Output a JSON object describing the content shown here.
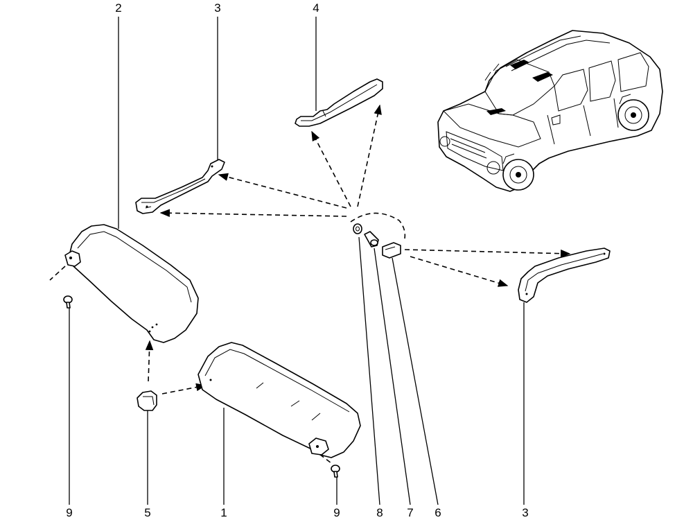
{
  "callouts": [
    {
      "id": "c2-top",
      "text": "2"
    },
    {
      "id": "c3-top",
      "text": "3"
    },
    {
      "id": "c4-top",
      "text": "4"
    },
    {
      "id": "c9-left",
      "text": "9"
    },
    {
      "id": "c5",
      "text": "5"
    },
    {
      "id": "c1",
      "text": "1"
    },
    {
      "id": "c9-right",
      "text": "9"
    },
    {
      "id": "c8",
      "text": "8"
    },
    {
      "id": "c7",
      "text": "7"
    },
    {
      "id": "c6",
      "text": "6"
    },
    {
      "id": "c3-bottom",
      "text": "3"
    }
  ]
}
